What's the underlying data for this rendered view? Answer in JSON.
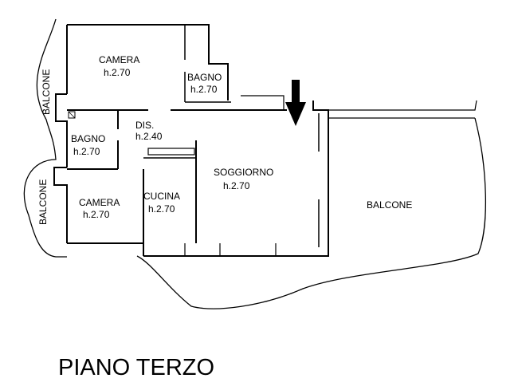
{
  "floor_title": "PIANO TERZO",
  "rooms": {
    "camera_top": {
      "name": "CAMERA",
      "height": "h.2.70"
    },
    "bagno_top": {
      "name": "BAGNO",
      "height": "h.2.70"
    },
    "dis": {
      "name": "DIS.",
      "height": "h.2.40"
    },
    "bagno_left": {
      "name": "BAGNO",
      "height": "h.2.70"
    },
    "soggiorno": {
      "name": "SOGGIORNO",
      "height": "h.2.70"
    },
    "camera_bottom": {
      "name": "CAMERA",
      "height": "h.2.70"
    },
    "cucina": {
      "name": "CUCINA",
      "height": "h.2.70"
    }
  },
  "balconies": {
    "left_top": "BALCONE",
    "left_bottom": "BALCONE",
    "right": "BALCONE"
  },
  "entrance_arrow_icon": "down-arrow-icon"
}
